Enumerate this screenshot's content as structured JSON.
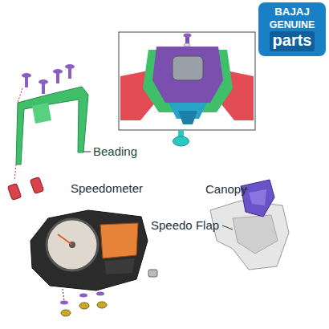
{
  "diagram": {
    "nodes": [
      {
        "text": [
          "BAJAJ",
          "GENUINE",
          "parts"
        ]
      }
    ],
    "labels": [
      "Beading",
      "Speedometer",
      "Canopy",
      "Speedo Flap"
    ]
  }
}
